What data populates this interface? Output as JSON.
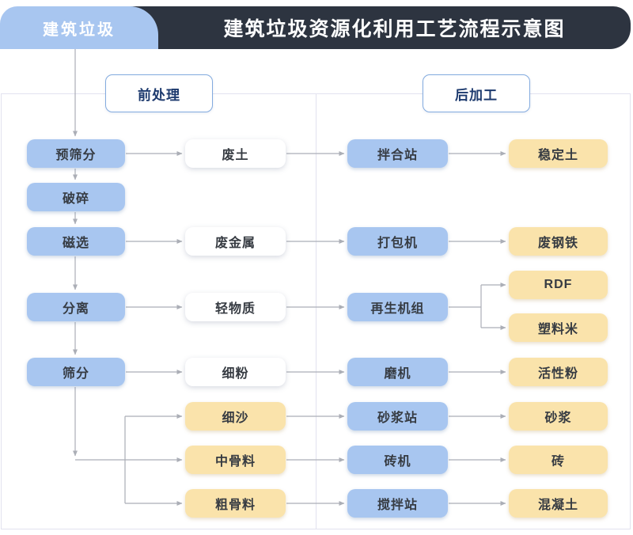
{
  "header": {
    "tab_label": "建筑垃圾",
    "title": "建筑垃圾资源化利用工艺流程示意图"
  },
  "sections": [
    {
      "label": "前处理"
    },
    {
      "label": "后加工"
    }
  ],
  "theme": {
    "node-blue": "#a8c6f0",
    "node-yellow": "#fae3ab",
    "node-white": "#ffffff",
    "header-bg": "#2d3440",
    "header-text": "#ffffff",
    "badge-border": "#83abdf",
    "badge-text": "#1d3a6e",
    "node-text": "#363b42",
    "line-color": "#abaeb6",
    "panel-border": "#e2e2ef"
  },
  "nodes": [
    {
      "id": "pre-screening",
      "label": "预筛分",
      "type": "process"
    },
    {
      "id": "crushing",
      "label": "破碎",
      "type": "process"
    },
    {
      "id": "magnetic-separation",
      "label": "磁选",
      "type": "process"
    },
    {
      "id": "separation",
      "label": "分离",
      "type": "process"
    },
    {
      "id": "screening",
      "label": "筛分",
      "type": "process"
    },
    {
      "id": "waste-soil",
      "label": "废土",
      "type": "intermediate"
    },
    {
      "id": "waste-metal",
      "label": "废金属",
      "type": "intermediate"
    },
    {
      "id": "light-material",
      "label": "轻物质",
      "type": "intermediate"
    },
    {
      "id": "fine-powder",
      "label": "细粉",
      "type": "intermediate"
    },
    {
      "id": "fine-sand",
      "label": "细沙",
      "type": "intermediate"
    },
    {
      "id": "medium-aggregate",
      "label": "中骨料",
      "type": "intermediate"
    },
    {
      "id": "coarse-aggregate",
      "label": "粗骨料",
      "type": "intermediate"
    },
    {
      "id": "mixing-plant",
      "label": "拌合站",
      "type": "machine"
    },
    {
      "id": "baler",
      "label": "打包机",
      "type": "machine"
    },
    {
      "id": "regeneration-unit",
      "label": "再生机组",
      "type": "machine"
    },
    {
      "id": "mill",
      "label": "磨机",
      "type": "machine"
    },
    {
      "id": "mortar-plant",
      "label": "砂浆站",
      "type": "machine"
    },
    {
      "id": "brick-machine",
      "label": "砖机",
      "type": "machine"
    },
    {
      "id": "concrete-plant",
      "label": "搅拌站",
      "type": "machine"
    },
    {
      "id": "stabilized-soil",
      "label": "稳定土",
      "type": "product"
    },
    {
      "id": "scrap-steel",
      "label": "废钢铁",
      "type": "product"
    },
    {
      "id": "rdf",
      "label": "RDF",
      "type": "product"
    },
    {
      "id": "plastic-pellets",
      "label": "塑料米",
      "type": "product"
    },
    {
      "id": "active-powder",
      "label": "活性粉",
      "type": "product"
    },
    {
      "id": "mortar",
      "label": "砂浆",
      "type": "product"
    },
    {
      "id": "brick",
      "label": "砖",
      "type": "product"
    },
    {
      "id": "concrete",
      "label": "混凝土",
      "type": "product"
    }
  ]
}
